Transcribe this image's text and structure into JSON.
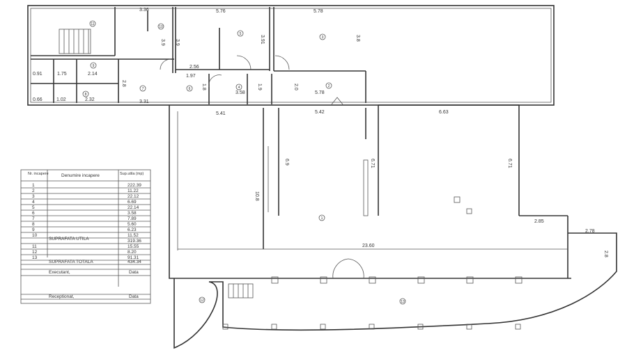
{
  "plan": {
    "dimensions": {
      "d_3_36": "3.36",
      "d_5_76": "5.76",
      "d_5_78_top": "5.78",
      "d_3_9a": "3.9",
      "d_3_9b": "3.9",
      "d_3_91": "3.91",
      "d_3_8": "3.8",
      "d_0_91": "0.91",
      "d_1_75": "1.75",
      "d_2_14": "2.14",
      "d_0_66": "0.66",
      "d_1_02": "1.02",
      "d_2_32": "2.32",
      "d_2_56": "2.56",
      "d_1_97": "1.97",
      "d_2_8a": "2.8",
      "d_3_31": "3.31",
      "d_1_8": "1.8",
      "d_3_58": "3.58",
      "d_1_9": "1.9",
      "d_2_0": "2.0",
      "d_5_78_bot": "5.78",
      "d_5_41": "5.41",
      "d_5_42": "5.42",
      "d_6_63": "6.63",
      "d_6_9": "6.9",
      "d_6_71a": "6.71",
      "d_6_71b": "6.71",
      "d_10_8": "10.8",
      "d_2_85": "2.85",
      "d_23_60": "23.60",
      "d_2_78": "2.78",
      "d_2_8b": "2.8"
    },
    "room_numbers": [
      "1",
      "2",
      "3",
      "4",
      "5",
      "6",
      "7",
      "8",
      "9",
      "10",
      "11",
      "12",
      "13"
    ]
  },
  "table": {
    "header_nr": "Nr. incapere",
    "header_name": "Denumire incapere",
    "header_area": "Sup.utila (mp)",
    "rows": [
      {
        "nr": "1",
        "area": "222.39"
      },
      {
        "nr": "2",
        "area": "11.22"
      },
      {
        "nr": "3",
        "area": "22.12"
      },
      {
        "nr": "4",
        "area": "6.69"
      },
      {
        "nr": "5",
        "area": "22.14"
      },
      {
        "nr": "6",
        "area": "3.58"
      },
      {
        "nr": "7",
        "area": "7.89"
      },
      {
        "nr": "8",
        "area": "5.60"
      },
      {
        "nr": "9",
        "area": "6.23"
      },
      {
        "nr": "10",
        "area": "11.52"
      }
    ],
    "subtotal_label": "SUPRAFATA UTILA",
    "subtotal_area": "319.36",
    "rows2": [
      {
        "nr": "11",
        "area": "15.55"
      },
      {
        "nr": "12",
        "area": "8.20"
      },
      {
        "nr": "13",
        "area": "91.31"
      }
    ],
    "total_label": "SUPRAFATA TOTALA",
    "total_area": "434.34",
    "executant": "Executant,",
    "data1": "Data",
    "receptionat": "Receptionat,",
    "data2": "Data"
  }
}
